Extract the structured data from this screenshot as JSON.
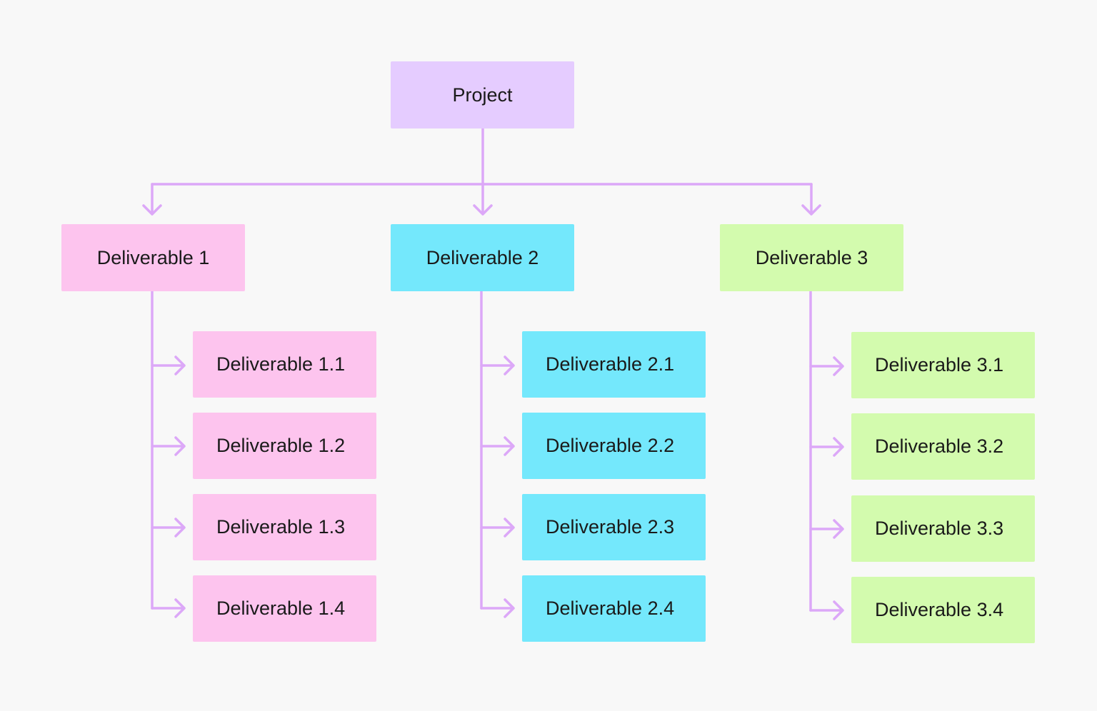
{
  "colors": {
    "background": "#f8f8f8",
    "connector": "#dca8f8",
    "root": "#e5ccff",
    "deliverable_1": "#fdc4ee",
    "deliverable_2": "#74e8fc",
    "deliverable_3": "#d3fbae",
    "text": "#1a1a1a"
  },
  "root": {
    "label": "Project"
  },
  "deliverables": [
    {
      "label": "Deliverable 1",
      "children": [
        "Deliverable 1.1",
        "Deliverable 1.2",
        "Deliverable 1.3",
        "Deliverable 1.4"
      ]
    },
    {
      "label": "Deliverable 2",
      "children": [
        "Deliverable 2.1",
        "Deliverable 2.2",
        "Deliverable 2.3",
        "Deliverable 2.4"
      ]
    },
    {
      "label": "Deliverable 3",
      "children": [
        "Deliverable 3.1",
        "Deliverable 3.2",
        "Deliverable 3.3",
        "Deliverable 3.4"
      ]
    }
  ]
}
